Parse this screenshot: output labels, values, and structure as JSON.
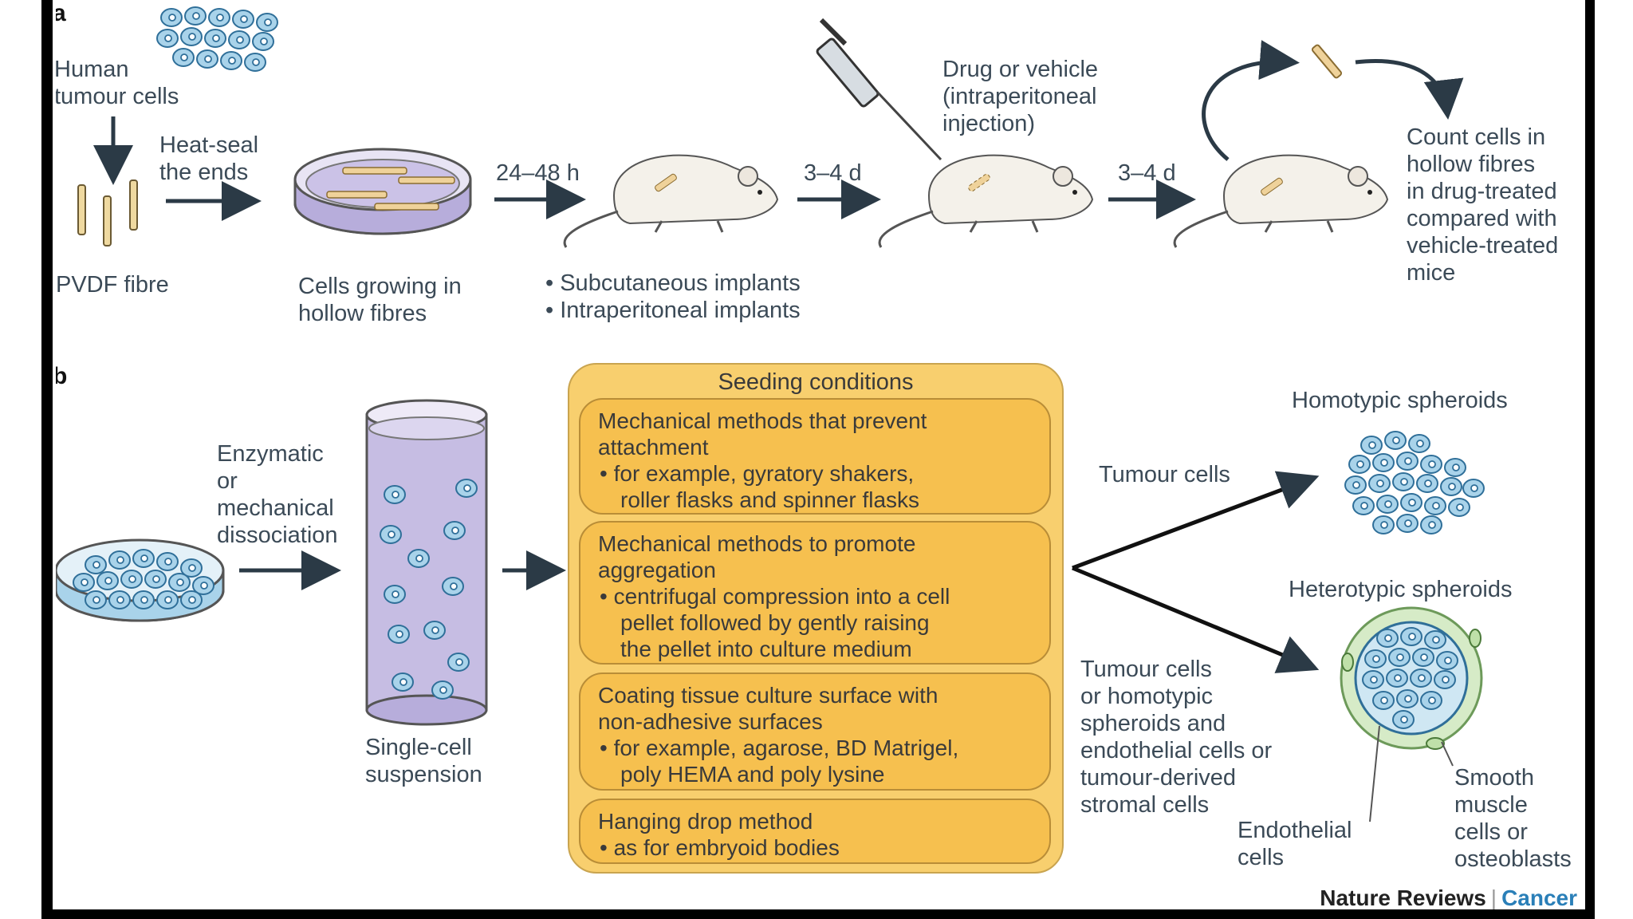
{
  "panel_a": {
    "label": "a",
    "human_tumour_cells": [
      "Human",
      "tumour cells"
    ],
    "heat_seal": [
      "Heat-seal",
      "the ends"
    ],
    "pvdf_fibre": "PVDF fibre",
    "cells_growing": [
      "Cells growing in",
      "hollow fibres"
    ],
    "time_1": "24–48 h",
    "implants": [
      "Subcutaneous implants",
      "Intraperitoneal implants"
    ],
    "time_2": "3–4 d",
    "drug": [
      "Drug or vehicle",
      "(intraperitoneal",
      "injection)"
    ],
    "time_3": "3–4 d",
    "count": [
      "Count cells in",
      "hollow fibres",
      "in drug-treated",
      "compared with",
      "vehicle-treated",
      "mice"
    ]
  },
  "panel_b": {
    "label": "b",
    "dissociation": [
      "Enzymatic",
      "or",
      "mechanical",
      "dissociation"
    ],
    "single_cell": [
      "Single-cell",
      "suspension"
    ],
    "seeding_title": "Seeding conditions",
    "methods": [
      {
        "heading": [
          "Mechanical methods that prevent",
          "attachment"
        ],
        "bullet": [
          "for example, gyratory shakers,",
          "roller flasks and spinner flasks"
        ]
      },
      {
        "heading": [
          "Mechanical methods to promote",
          "aggregation"
        ],
        "bullet": [
          "centrifugal compression into a cell",
          "pellet followed by gently raising",
          "the pellet into culture medium"
        ]
      },
      {
        "heading": [
          "Coating tissue culture surface with",
          "non-adhesive surfaces"
        ],
        "bullet": [
          "for example, agarose, BD Matrigel,",
          "poly HEMA and poly lysine"
        ]
      },
      {
        "heading": [
          "Hanging drop method"
        ],
        "bullet": [
          "as for embryoid bodies"
        ]
      }
    ],
    "tumour_cells": "Tumour cells",
    "homotypic": "Homotypic spheroids",
    "heterotypic": "Heterotypic spheroids",
    "tumour_mix": [
      "Tumour cells",
      "or homotypic",
      "spheroids and",
      "endothelial cells or",
      "tumour-derived",
      "stromal cells"
    ],
    "endothelial": [
      "Endothelial",
      "cells"
    ],
    "smooth_muscle": [
      "Smooth",
      "muscle",
      "cells or",
      "osteoblasts"
    ]
  },
  "credit": {
    "journal": "Nature Reviews",
    "section": "Cancer"
  },
  "colors": {
    "cell_fill": "#a9d3ea",
    "cell_stroke": "#2f6f99",
    "box": "#f8cf6e",
    "inner": "#f6c04f",
    "dish": "#c6bde3",
    "arrow": "#2b3a46"
  }
}
